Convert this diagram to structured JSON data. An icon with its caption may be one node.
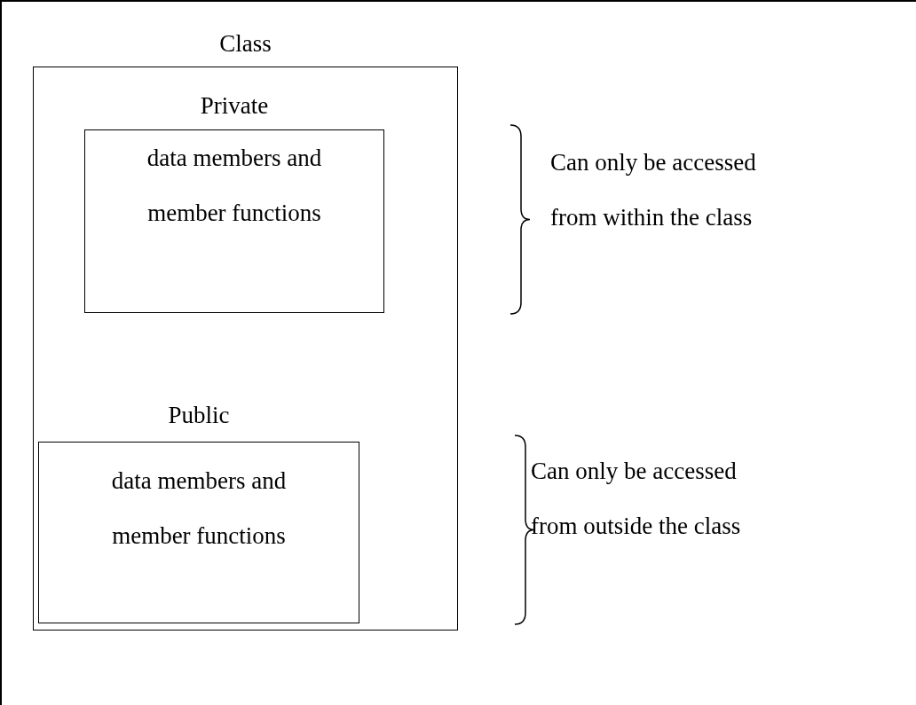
{
  "diagram": {
    "nodes": [
      {
        "text": [
          "Class"
        ]
      },
      {
        "text": [
          "Private",
          "data members and member functions"
        ],
        "in": 0
      },
      {
        "text": [
          "Public",
          "data members and member functions"
        ],
        "in": 0
      }
    ],
    "labels": [
      "Can only be accessed from within the class",
      "Can only be accessed from outside the class"
    ]
  }
}
